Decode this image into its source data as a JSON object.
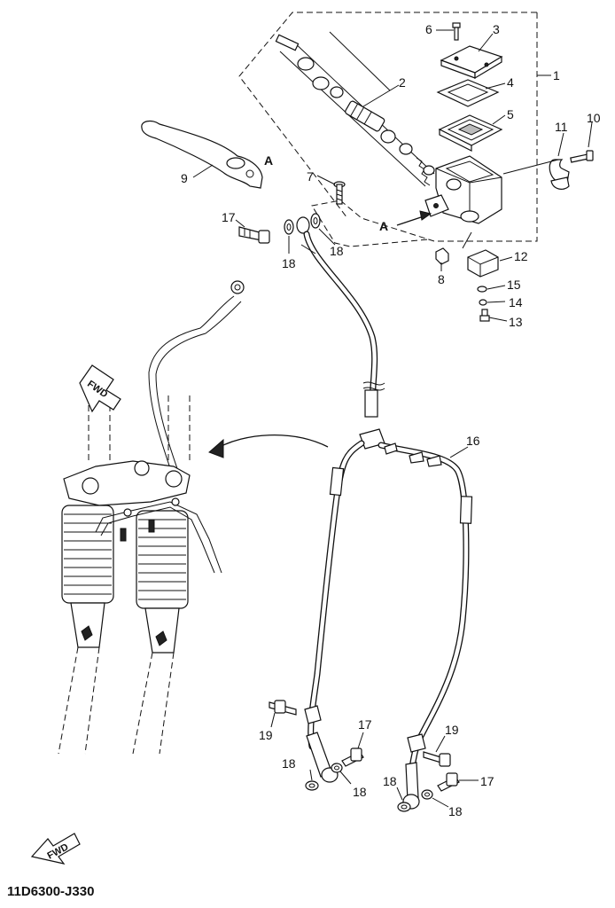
{
  "diagram": {
    "drawing_code": "11D6300-J330",
    "view_marker": "A",
    "fwd_label": "FWD",
    "callouts": {
      "c1": "1",
      "c2": "2",
      "c3": "3",
      "c4": "4",
      "c5": "5",
      "c6": "6",
      "c7": "7",
      "c8": "8",
      "c9": "9",
      "c10": "10",
      "c11": "11",
      "c12": "12",
      "c13": "13",
      "c14": "14",
      "c15": "15",
      "c16": "16",
      "c17a": "17",
      "c17b": "17",
      "c17c": "17",
      "c18a": "18",
      "c18b": "18",
      "c18c": "18",
      "c18d": "18",
      "c18e": "18",
      "c18f": "18",
      "c19a": "19",
      "c19b": "19"
    }
  }
}
